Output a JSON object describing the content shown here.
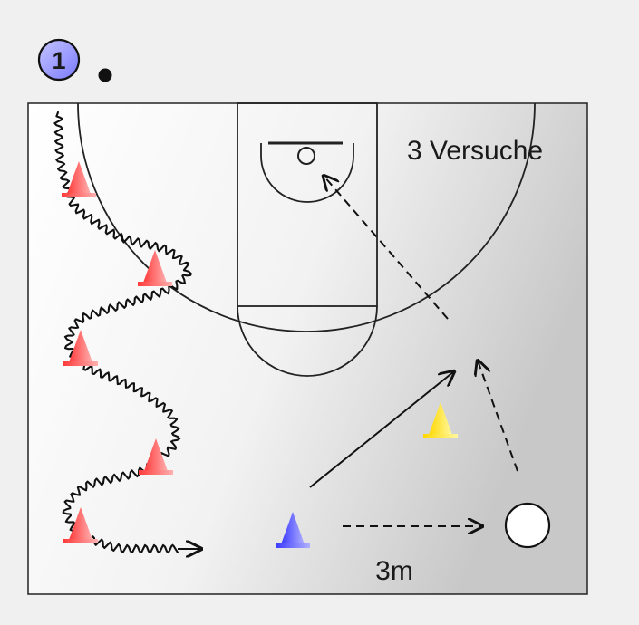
{
  "drill": {
    "step_number": "1",
    "attempts_text": "3 Versuche",
    "distance_label": "3m"
  },
  "colors": {
    "page_bg": "#f0f0f0",
    "court_light": "#ffffff",
    "court_dark": "#c9c9c9",
    "lines": "#111111",
    "cone_red": "#ff5a5a",
    "cone_blue": "#5a5aff",
    "cone_yellow": "#ffe000",
    "badge_fill": "#8f8fff"
  },
  "icons": {
    "step_badge": "numbered-circle-icon",
    "cones": "traffic-cone-icon",
    "ball": "ball-icon"
  },
  "cones": [
    {
      "name": "cone-red-1",
      "color": "red"
    },
    {
      "name": "cone-red-2",
      "color": "red"
    },
    {
      "name": "cone-red-3",
      "color": "red"
    },
    {
      "name": "cone-red-4",
      "color": "red"
    },
    {
      "name": "cone-red-5",
      "color": "red"
    },
    {
      "name": "cone-blue",
      "color": "blue"
    },
    {
      "name": "cone-yellow",
      "color": "yellow"
    }
  ]
}
